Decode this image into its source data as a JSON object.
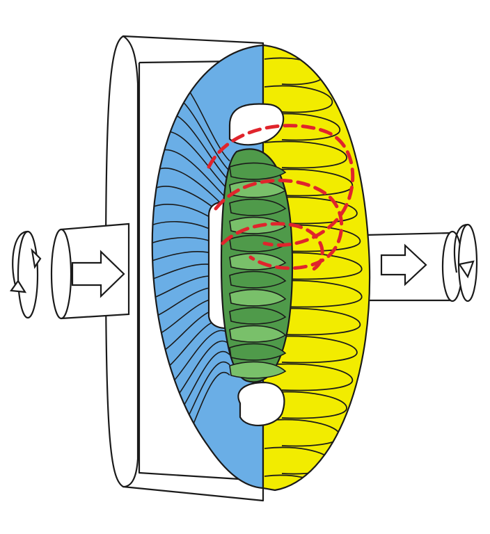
{
  "figure": {
    "kind": "torque-converter-cutaway",
    "caption": ""
  },
  "parts": {
    "housing": {
      "name": "housing"
    },
    "input_shaft": {
      "name": "input-shaft"
    },
    "output_shaft": {
      "name": "output-shaft"
    },
    "impeller": {
      "name": "impeller"
    },
    "turbine": {
      "name": "turbine"
    },
    "stator": {
      "name": "stator"
    }
  },
  "flow": {
    "input_direction": "right",
    "output_direction": "right",
    "circulation": "clockwise-loop"
  },
  "colors": {
    "outline": "#1a1a1a",
    "impeller": "#6aaee6",
    "impeller_blade_shade": "#4f93d0",
    "turbine": "#f2ec00",
    "turbine_shade": "#e2d600",
    "stator": "#4f9a4a",
    "stator_light": "#79c06a",
    "flow_arrows": "#e0242c",
    "housing": "#ffffff"
  }
}
